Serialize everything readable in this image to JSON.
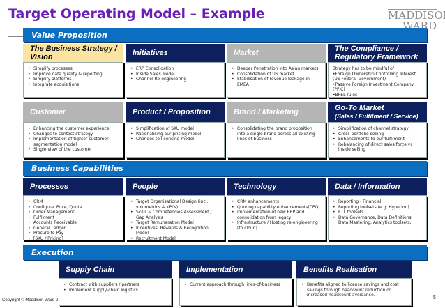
{
  "title": "Target Operating Model – Example",
  "logo": {
    "line1": "MADDISON",
    "line2": "WARD"
  },
  "sections": {
    "value": "Value Proposition",
    "capabilities": "Business Capabilities",
    "execution": "Execution"
  },
  "row1": [
    {
      "title": "The  Business Strategy / Vision",
      "style": "yellow",
      "items": [
        "Simplify processes",
        "Improve data quality & reporting",
        "Simplify platforms",
        "Integrate acquisitions"
      ]
    },
    {
      "title": "Initiatives",
      "style": "navy",
      "items": [
        "ERP Consolidation",
        "Inside Sales Model",
        "Channel Re-engineering"
      ]
    },
    {
      "title": "Market",
      "style": "gray",
      "items": [
        "Deeper Penetration into Asian markets",
        "Consolidation of US market",
        "Stabilisation of revenue leakage in EMEA"
      ]
    },
    {
      "title": "The  Compliance / Regulatory Framework",
      "style": "navy",
      "text": [
        "Strategy has to be mindful of",
        "•Foreign Ownership Controlling Interest (US Federal Government)",
        "•Passive Foreign Investment Company (PFIC)",
        "•BPEL rules"
      ]
    }
  ],
  "row2": [
    {
      "title": "Customer",
      "style": "gray",
      "items": [
        "Enhancing the customer experience",
        "Changes to contact strategy",
        "Implementation of tighter customer segmentation model",
        "Single view of the customer"
      ]
    },
    {
      "title": "Product / Proposition",
      "style": "navy",
      "items": [
        "Simplification of SKU model",
        "Rationalising our pricing model",
        "Changes to licensing model"
      ]
    },
    {
      "title": "Brand / Marketing",
      "style": "gray",
      "items": [
        "Consolidating the brand proposition into a single brand across all existing lines of business"
      ]
    },
    {
      "title": "Go-To Market",
      "subtitle": "(Sales / Fulfilment / Service)",
      "style": "navy",
      "items": [
        "Simplification of channel strategy",
        "Cross-portfolio selling",
        "Enhancements to our fulfilment",
        "Rebalancing of direct sales force vs inside selling"
      ]
    }
  ],
  "row3": [
    {
      "title": "Processes",
      "style": "navy",
      "items": [
        "CRM",
        "Configure, Price, Quote",
        "Order Management",
        "Fulfilment",
        "Accounts Receivable",
        "General Ledger",
        "Procure to Pay",
        "[SKU / Pricing]"
      ]
    },
    {
      "title": "People",
      "style": "navy",
      "items": [
        "Target Organisational Design (incl. volumetrics & KPI's)",
        "Skills & Competencies Assessment / Gap Analysis",
        "Target Remuneration Model",
        "Incentives, Rewards & Recognition Model",
        "Recruitment Model"
      ]
    },
    {
      "title": "Technology",
      "style": "navy",
      "items": [
        "CRM enhancements",
        "Quoting capability enhancements(CPQ)",
        "Implementation of new ERP and consolidation from legacy",
        "Infrastructure / Hosting re-engineering (to cloud)"
      ]
    },
    {
      "title": "Data / Information",
      "style": "navy",
      "items": [
        "Reporting - Financial",
        "Reporting toolsets (e.g. Hyperion)",
        "ETL toolsets",
        "Data Governance, Data Definitions, Data Mastering, Analytics toolsets,"
      ]
    }
  ],
  "row4": [
    {
      "title": "Supply Chain",
      "style": "navy",
      "items": [
        "Contract with suppliers / partners",
        "Implement supply-chain logistics"
      ]
    },
    {
      "title": "Implementation",
      "style": "navy",
      "items": [
        "Current approach through lines-of-business"
      ]
    },
    {
      "title": "Benefits Realisation",
      "style": "navy",
      "items": [
        "Benefits aligned to license savings and cost savings through headcount reduction or increased headcount avoidance."
      ]
    }
  ],
  "footer": {
    "copyright": "Copyright © Maddison Ward 2",
    "page": "5"
  },
  "colors": {
    "title": "#6a1fb4",
    "bar": "#0b6ec0",
    "navy": "#0d1f5c",
    "gray": "#b5b5b5",
    "yellow": "#fbe3a1"
  }
}
